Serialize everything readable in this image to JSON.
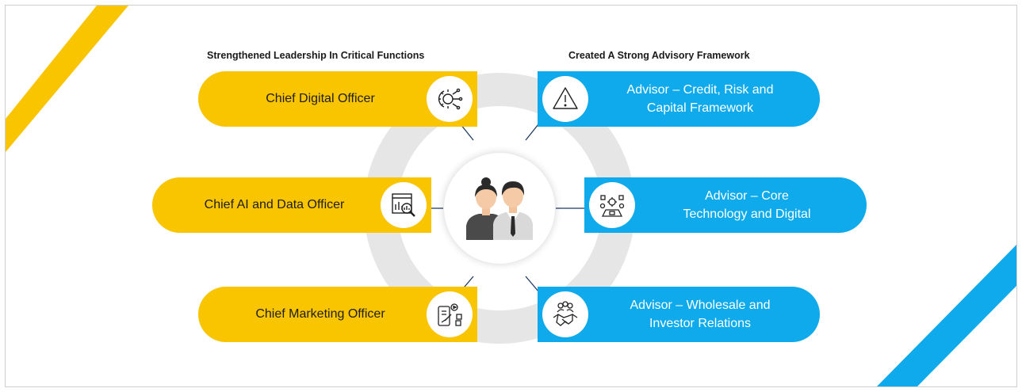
{
  "left_heading": "Strengthened Leadership In Critical Functions",
  "right_heading": "Created A Strong Advisory Framework",
  "colors": {
    "yellow": "#f9c400",
    "blue": "#0eaaeb",
    "ring": "#e6e6e6"
  },
  "left_items": [
    {
      "label": "Chief Digital Officer",
      "icon": "digital-gear-icon"
    },
    {
      "label": "Chief AI and Data Officer",
      "icon": "data-analytics-icon"
    },
    {
      "label": "Chief Marketing Officer",
      "icon": "marketing-icon"
    }
  ],
  "right_items": [
    {
      "label_line1": "Advisor – Credit, Risk and",
      "label_line2": "Capital Framework",
      "icon": "warning-icon"
    },
    {
      "label_line1": "Advisor – Core",
      "label_line2": "Technology and Digital",
      "icon": "technology-icon"
    },
    {
      "label_line1": "Advisor – Wholesale and",
      "label_line2": "Investor Relations",
      "icon": "handshake-icon"
    }
  ],
  "center_icon": "people-icon"
}
